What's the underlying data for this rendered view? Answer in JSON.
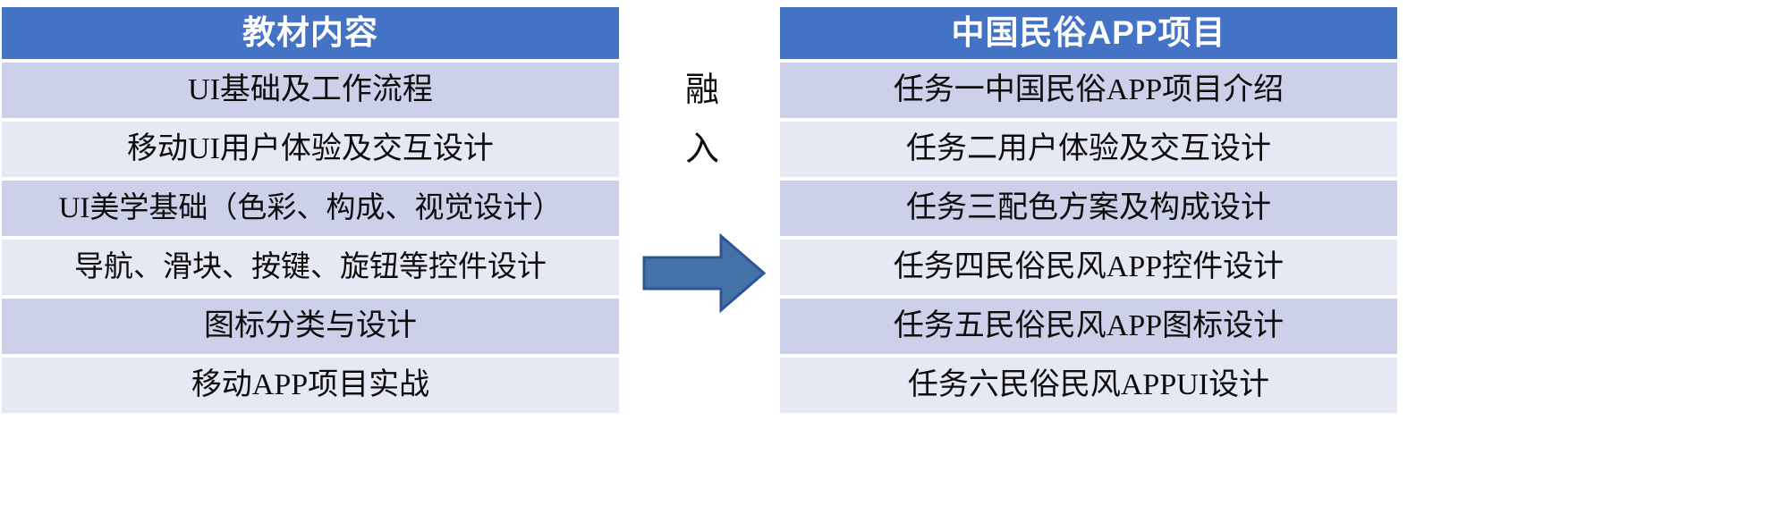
{
  "colors": {
    "header_bg": "#4472c4",
    "header_text": "#ffffff",
    "row_shade_a": "#ccd0e8",
    "row_shade_b": "#e6e8f4",
    "arrow_fill": "#4472a8",
    "arrow_stroke": "#2f5496",
    "body_text": "#0d0d0d",
    "page_bg": "#ffffff"
  },
  "left_table": {
    "header": "教材内容",
    "rows": [
      "UI基础及工作流程",
      "移动UI用户体验及交互设计",
      "UI美学基础（色彩、构成、视觉设计）",
      "导航、滑块、按键、旋钮等控件设计",
      "图标分类与设计",
      "移动APP项目实战"
    ]
  },
  "right_table": {
    "header": "中国民俗APP项目",
    "rows": [
      "任务一中国民俗APP项目介绍",
      "任务二用户体验及交互设计",
      "任务三配色方案及构成设计",
      "任务四民俗民风APP控件设计",
      "任务五民俗民风APP图标设计",
      "任务六民俗民风APPUI设计"
    ]
  },
  "middle": {
    "label_line1": "融",
    "label_line2": "入",
    "arrow_icon": "right-arrow-icon"
  }
}
